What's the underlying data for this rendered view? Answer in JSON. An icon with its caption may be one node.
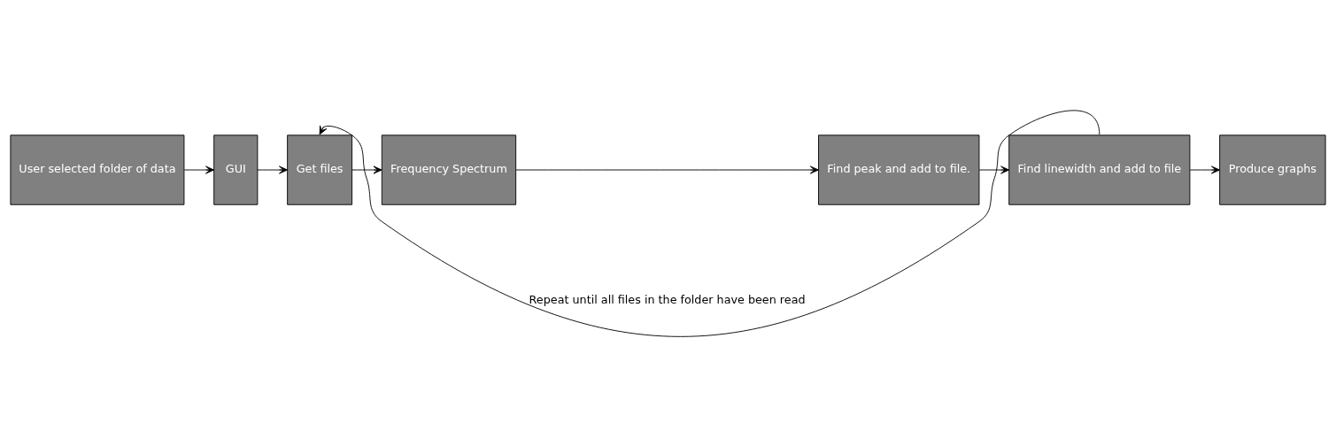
{
  "diagram": {
    "nodes": [
      {
        "text": [
          "User selected folder of data"
        ]
      },
      {
        "text": [
          "GUI"
        ]
      },
      {
        "text": [
          "Get files"
        ]
      },
      {
        "text": [
          "Frequency Spectrum"
        ]
      },
      {
        "text": [
          "Find peak and add to file."
        ]
      },
      {
        "text": [
          "Find linewidth and add to file"
        ]
      },
      {
        "text": [
          "Produce graphs"
        ]
      }
    ],
    "edges": [
      {
        "from": 0,
        "to": 1,
        "arrow": "to"
      },
      {
        "from": 1,
        "to": 2,
        "arrow": "to"
      },
      {
        "from": 2,
        "to": 3,
        "arrow": "to"
      },
      {
        "from": 3,
        "to": 4,
        "arrow": "to"
      },
      {
        "from": 4,
        "to": 5,
        "arrow": "to"
      },
      {
        "from": 5,
        "to": 2,
        "arrow": "to",
        "label": "Repeat until all files in the folder have been read"
      },
      {
        "from": 5,
        "to": 6,
        "arrow": "to"
      }
    ]
  }
}
